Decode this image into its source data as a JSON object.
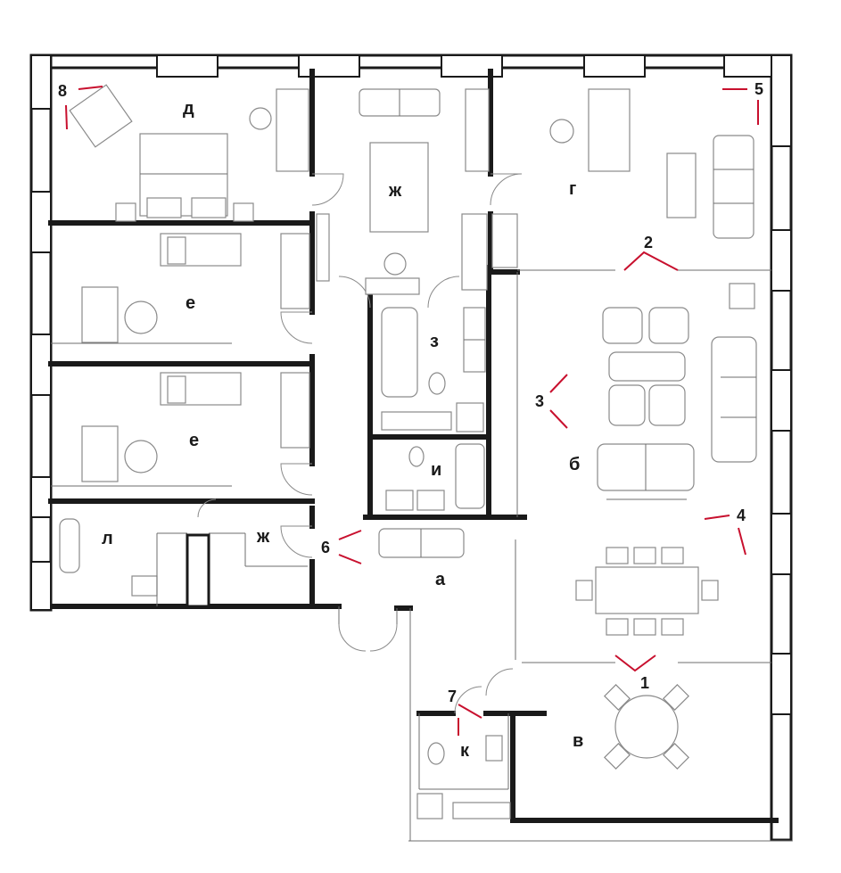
{
  "rooms": {
    "a": "а",
    "b": "б",
    "v": "в",
    "g": "г",
    "d": "д",
    "e1": "е",
    "e2": "е",
    "zh_top": "ж",
    "zh_bottom": "ж",
    "z": "з",
    "i": "и",
    "k": "к",
    "l": "л"
  },
  "viewpoints": {
    "v1": "1",
    "v2": "2",
    "v3": "3",
    "v4": "4",
    "v5": "5",
    "v6": "6",
    "v7": "7",
    "v8": "8"
  },
  "colors": {
    "wall": "#1a1a1a",
    "furniture": "#8a8a8a",
    "viewpoint_marker": "#c8102e"
  }
}
